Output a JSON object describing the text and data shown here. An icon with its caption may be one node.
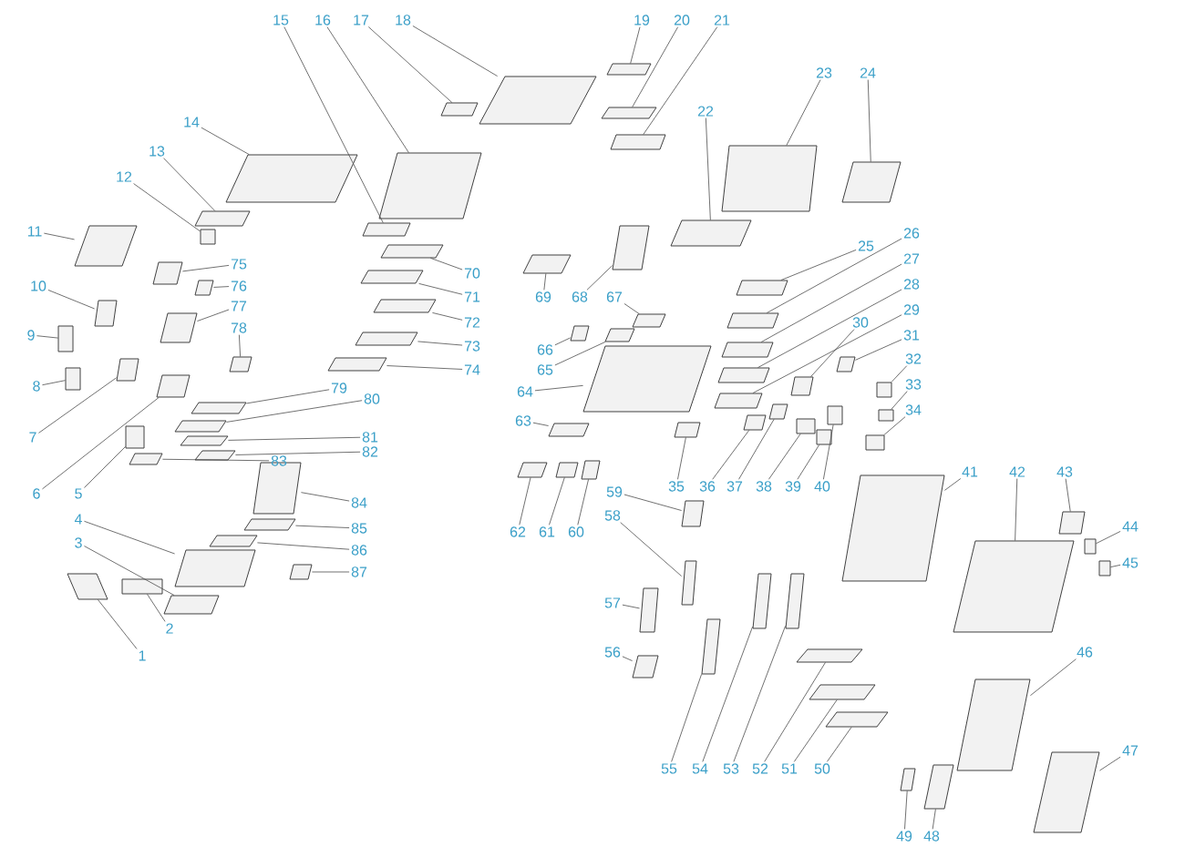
{
  "diagram": {
    "nodes": [
      {
        "text": [
          "1"
        ]
      },
      {
        "text": [
          "2"
        ]
      },
      {
        "text": [
          "3"
        ]
      },
      {
        "text": [
          "4"
        ]
      },
      {
        "text": [
          "5"
        ]
      },
      {
        "text": [
          "6"
        ]
      },
      {
        "text": [
          "7"
        ]
      },
      {
        "text": [
          "8"
        ]
      },
      {
        "text": [
          "9"
        ]
      },
      {
        "text": [
          "10"
        ]
      },
      {
        "text": [
          "11"
        ]
      },
      {
        "text": [
          "12"
        ]
      },
      {
        "text": [
          "13"
        ]
      },
      {
        "text": [
          "14"
        ]
      },
      {
        "text": [
          "15"
        ]
      },
      {
        "text": [
          "16"
        ]
      },
      {
        "text": [
          "17"
        ]
      },
      {
        "text": [
          "18"
        ]
      },
      {
        "text": [
          "19"
        ]
      },
      {
        "text": [
          "20"
        ]
      },
      {
        "text": [
          "21"
        ]
      },
      {
        "text": [
          "22"
        ]
      },
      {
        "text": [
          "23"
        ]
      },
      {
        "text": [
          "24"
        ]
      },
      {
        "text": [
          "25"
        ]
      },
      {
        "text": [
          "26"
        ]
      },
      {
        "text": [
          "27"
        ]
      },
      {
        "text": [
          "28"
        ]
      },
      {
        "text": [
          "29"
        ]
      },
      {
        "text": [
          "30"
        ]
      },
      {
        "text": [
          "31"
        ]
      },
      {
        "text": [
          "32"
        ]
      },
      {
        "text": [
          "33"
        ]
      },
      {
        "text": [
          "34"
        ]
      },
      {
        "text": [
          "35"
        ]
      },
      {
        "text": [
          "36"
        ]
      },
      {
        "text": [
          "37"
        ]
      },
      {
        "text": [
          "38"
        ]
      },
      {
        "text": [
          "39"
        ]
      },
      {
        "text": [
          "40"
        ]
      },
      {
        "text": [
          "41"
        ]
      },
      {
        "text": [
          "42"
        ]
      },
      {
        "text": [
          "43"
        ]
      },
      {
        "text": [
          "44"
        ]
      },
      {
        "text": [
          "45"
        ]
      },
      {
        "text": [
          "46"
        ]
      },
      {
        "text": [
          "47"
        ]
      },
      {
        "text": [
          "48"
        ]
      },
      {
        "text": [
          "49"
        ]
      },
      {
        "text": [
          "50"
        ]
      },
      {
        "text": [
          "51"
        ]
      },
      {
        "text": [
          "52"
        ]
      },
      {
        "text": [
          "53"
        ]
      },
      {
        "text": [
          "54"
        ]
      },
      {
        "text": [
          "55"
        ]
      },
      {
        "text": [
          "56"
        ]
      },
      {
        "text": [
          "57"
        ]
      },
      {
        "text": [
          "58"
        ]
      },
      {
        "text": [
          "59"
        ]
      },
      {
        "text": [
          "60"
        ]
      },
      {
        "text": [
          "61"
        ]
      },
      {
        "text": [
          "62"
        ]
      },
      {
        "text": [
          "63"
        ]
      },
      {
        "text": [
          "64"
        ]
      },
      {
        "text": [
          "65"
        ]
      },
      {
        "text": [
          "66"
        ]
      },
      {
        "text": [
          "67"
        ]
      },
      {
        "text": [
          "68"
        ]
      },
      {
        "text": [
          "69"
        ]
      },
      {
        "text": [
          "70"
        ]
      },
      {
        "text": [
          "71"
        ]
      },
      {
        "text": [
          "72"
        ]
      },
      {
        "text": [
          "73"
        ]
      },
      {
        "text": [
          "74"
        ]
      },
      {
        "text": [
          "75"
        ]
      },
      {
        "text": [
          "76"
        ]
      },
      {
        "text": [
          "77"
        ]
      },
      {
        "text": [
          "78"
        ]
      },
      {
        "text": [
          "79"
        ]
      },
      {
        "text": [
          "80"
        ]
      },
      {
        "text": [
          "81"
        ]
      },
      {
        "text": [
          "82"
        ]
      },
      {
        "text": [
          "83"
        ]
      },
      {
        "text": [
          "84"
        ]
      },
      {
        "text": [
          "85"
        ]
      },
      {
        "text": [
          "86"
        ]
      },
      {
        "text": [
          "87"
        ]
      },
      {
        "text": [],
        "shape": "box"
      },
      {
        "text": [],
        "shape": "box"
      },
      {
        "text": [],
        "shape": "box"
      },
      {
        "text": [],
        "shape": "box"
      },
      {
        "text": [],
        "shape": "box"
      },
      {
        "text": [],
        "shape": "box"
      },
      {
        "text": [],
        "shape": "box"
      },
      {
        "text": [],
        "shape": "box"
      },
      {
        "text": [],
        "shape": "box"
      },
      {
        "text": [],
        "shape": "box"
      },
      {
        "text": [],
        "shape": "box"
      },
      {
        "text": [],
        "shape": "box"
      },
      {
        "text": [],
        "shape": "box"
      },
      {
        "text": [],
        "shape": "box"
      },
      {
        "text": [],
        "shape": "box"
      },
      {
        "text": [],
        "shape": "box"
      },
      {
        "text": [],
        "shape": "box"
      },
      {
        "text": [],
        "shape": "box"
      },
      {
        "text": [],
        "shape": "box"
      },
      {
        "text": [],
        "shape": "box"
      },
      {
        "text": [],
        "shape": "box"
      },
      {
        "text": [],
        "shape": "box"
      },
      {
        "text": [],
        "shape": "box"
      },
      {
        "text": [],
        "shape": "box"
      },
      {
        "text": [],
        "shape": "box"
      },
      {
        "text": [],
        "shape": "box"
      },
      {
        "text": [],
        "shape": "box"
      },
      {
        "text": [],
        "shape": "box"
      },
      {
        "text": [],
        "shape": "box"
      },
      {
        "text": [],
        "shape": "box"
      },
      {
        "text": [],
        "shape": "box"
      },
      {
        "text": [],
        "shape": "box"
      },
      {
        "text": [],
        "shape": "box"
      },
      {
        "text": [],
        "shape": "box"
      },
      {
        "text": [],
        "shape": "box"
      },
      {
        "text": [],
        "shape": "box"
      },
      {
        "text": [],
        "shape": "box"
      },
      {
        "text": [],
        "shape": "box"
      },
      {
        "text": [],
        "shape": "box"
      },
      {
        "text": [],
        "shape": "box"
      },
      {
        "text": [],
        "shape": "box"
      },
      {
        "text": [],
        "shape": "box"
      },
      {
        "text": [],
        "shape": "box"
      },
      {
        "text": [],
        "shape": "box"
      },
      {
        "text": [],
        "shape": "box"
      },
      {
        "text": [],
        "shape": "box"
      },
      {
        "text": [],
        "shape": "box"
      },
      {
        "text": [],
        "shape": "box"
      },
      {
        "text": [],
        "shape": "box"
      },
      {
        "text": [],
        "shape": "box"
      },
      {
        "text": [],
        "shape": "box"
      },
      {
        "text": [],
        "shape": "box"
      },
      {
        "text": [],
        "shape": "box"
      },
      {
        "text": [],
        "shape": "box"
      },
      {
        "text": [],
        "shape": "box"
      },
      {
        "text": [],
        "shape": "box"
      },
      {
        "text": [],
        "shape": "box"
      },
      {
        "text": [],
        "shape": "box"
      },
      {
        "text": [],
        "shape": "box"
      },
      {
        "text": [],
        "shape": "box"
      },
      {
        "text": [],
        "shape": "box"
      },
      {
        "text": [],
        "shape": "box"
      },
      {
        "text": [],
        "shape": "box"
      },
      {
        "text": [],
        "shape": "box"
      },
      {
        "text": [],
        "shape": "box"
      },
      {
        "text": [],
        "shape": "box"
      },
      {
        "text": [],
        "shape": "box"
      },
      {
        "text": [],
        "shape": "box"
      },
      {
        "text": [],
        "shape": "box"
      },
      {
        "text": [],
        "shape": "box"
      },
      {
        "text": [],
        "shape": "box"
      },
      {
        "text": [],
        "shape": "box"
      },
      {
        "text": [],
        "shape": "box"
      },
      {
        "text": [],
        "shape": "box"
      },
      {
        "text": [],
        "shape": "box"
      },
      {
        "text": [],
        "shape": "box"
      },
      {
        "text": [],
        "shape": "box"
      },
      {
        "text": [],
        "shape": "box"
      },
      {
        "text": [],
        "shape": "box"
      },
      {
        "text": [],
        "shape": "box"
      },
      {
        "text": [],
        "shape": "box"
      },
      {
        "text": [],
        "shape": "box"
      },
      {
        "text": [],
        "shape": "box"
      },
      {
        "text": [],
        "shape": "box"
      },
      {
        "text": [],
        "shape": "box"
      },
      {
        "text": [],
        "shape": "box"
      },
      {
        "text": [],
        "shape": "box"
      }
    ],
    "edges": [
      {
        "from": 0,
        "to": 87,
        "arrow": "none"
      },
      {
        "from": 1,
        "to": 88,
        "arrow": "none"
      },
      {
        "from": 2,
        "to": 89,
        "arrow": "none"
      },
      {
        "from": 3,
        "to": 90,
        "arrow": "none"
      },
      {
        "from": 4,
        "to": 91,
        "arrow": "none"
      },
      {
        "from": 5,
        "to": 92,
        "arrow": "none"
      },
      {
        "from": 6,
        "to": 93,
        "arrow": "none"
      },
      {
        "from": 7,
        "to": 94,
        "arrow": "none"
      },
      {
        "from": 8,
        "to": 95,
        "arrow": "none"
      },
      {
        "from": 9,
        "to": 96,
        "arrow": "none"
      },
      {
        "from": 10,
        "to": 97,
        "arrow": "none"
      },
      {
        "from": 11,
        "to": 98,
        "arrow": "none"
      },
      {
        "from": 12,
        "to": 99,
        "arrow": "none"
      },
      {
        "from": 13,
        "to": 100,
        "arrow": "none"
      },
      {
        "from": 14,
        "to": 101,
        "arrow": "none"
      },
      {
        "from": 15,
        "to": 102,
        "arrow": "none"
      },
      {
        "from": 16,
        "to": 103,
        "arrow": "none"
      },
      {
        "from": 17,
        "to": 104,
        "arrow": "none"
      },
      {
        "from": 18,
        "to": 105,
        "arrow": "none"
      },
      {
        "from": 19,
        "to": 106,
        "arrow": "none"
      },
      {
        "from": 20,
        "to": 107,
        "arrow": "none"
      },
      {
        "from": 21,
        "to": 108,
        "arrow": "none"
      },
      {
        "from": 22,
        "to": 109,
        "arrow": "none"
      },
      {
        "from": 23,
        "to": 110,
        "arrow": "none"
      },
      {
        "from": 24,
        "to": 111,
        "arrow": "none"
      },
      {
        "from": 25,
        "to": 112,
        "arrow": "none"
      },
      {
        "from": 26,
        "to": 113,
        "arrow": "none"
      },
      {
        "from": 27,
        "to": 114,
        "arrow": "none"
      },
      {
        "from": 28,
        "to": 115,
        "arrow": "none"
      },
      {
        "from": 29,
        "to": 116,
        "arrow": "none"
      },
      {
        "from": 30,
        "to": 117,
        "arrow": "none"
      },
      {
        "from": 31,
        "to": 118,
        "arrow": "none"
      },
      {
        "from": 32,
        "to": 119,
        "arrow": "none"
      },
      {
        "from": 33,
        "to": 120,
        "arrow": "none"
      },
      {
        "from": 34,
        "to": 121,
        "arrow": "none"
      },
      {
        "from": 35,
        "to": 122,
        "arrow": "none"
      },
      {
        "from": 36,
        "to": 123,
        "arrow": "none"
      },
      {
        "from": 37,
        "to": 124,
        "arrow": "none"
      },
      {
        "from": 38,
        "to": 125,
        "arrow": "none"
      },
      {
        "from": 39,
        "to": 126,
        "arrow": "none"
      },
      {
        "from": 40,
        "to": 127,
        "arrow": "none"
      },
      {
        "from": 41,
        "to": 128,
        "arrow": "none"
      },
      {
        "from": 42,
        "to": 129,
        "arrow": "none"
      },
      {
        "from": 43,
        "to": 130,
        "arrow": "none"
      },
      {
        "from": 44,
        "to": 131,
        "arrow": "none"
      },
      {
        "from": 45,
        "to": 132,
        "arrow": "none"
      },
      {
        "from": 46,
        "to": 133,
        "arrow": "none"
      },
      {
        "from": 47,
        "to": 134,
        "arrow": "none"
      },
      {
        "from": 48,
        "to": 135,
        "arrow": "none"
      },
      {
        "from": 49,
        "to": 136,
        "arrow": "none"
      },
      {
        "from": 50,
        "to": 137,
        "arrow": "none"
      },
      {
        "from": 51,
        "to": 138,
        "arrow": "none"
      },
      {
        "from": 52,
        "to": 139,
        "arrow": "none"
      },
      {
        "from": 53,
        "to": 140,
        "arrow": "none"
      },
      {
        "from": 54,
        "to": 141,
        "arrow": "none"
      },
      {
        "from": 55,
        "to": 142,
        "arrow": "none"
      },
      {
        "from": 56,
        "to": 143,
        "arrow": "none"
      },
      {
        "from": 57,
        "to": 144,
        "arrow": "none"
      },
      {
        "from": 58,
        "to": 145,
        "arrow": "none"
      },
      {
        "from": 59,
        "to": 146,
        "arrow": "none"
      },
      {
        "from": 60,
        "to": 147,
        "arrow": "none"
      },
      {
        "from": 61,
        "to": 148,
        "arrow": "none"
      },
      {
        "from": 62,
        "to": 149,
        "arrow": "none"
      },
      {
        "from": 63,
        "to": 150,
        "arrow": "none"
      },
      {
        "from": 64,
        "to": 151,
        "arrow": "none"
      },
      {
        "from": 65,
        "to": 152,
        "arrow": "none"
      },
      {
        "from": 66,
        "to": 153,
        "arrow": "none"
      },
      {
        "from": 67,
        "to": 154,
        "arrow": "none"
      },
      {
        "from": 68,
        "to": 155,
        "arrow": "none"
      },
      {
        "from": 69,
        "to": 156,
        "arrow": "none"
      },
      {
        "from": 70,
        "to": 157,
        "arrow": "none"
      },
      {
        "from": 71,
        "to": 158,
        "arrow": "none"
      },
      {
        "from": 72,
        "to": 159,
        "arrow": "none"
      },
      {
        "from": 73,
        "to": 160,
        "arrow": "none"
      },
      {
        "from": 74,
        "to": 161,
        "arrow": "none"
      },
      {
        "from": 75,
        "to": 162,
        "arrow": "none"
      },
      {
        "from": 76,
        "to": 163,
        "arrow": "none"
      },
      {
        "from": 77,
        "to": 164,
        "arrow": "none"
      },
      {
        "from": 78,
        "to": 165,
        "arrow": "none"
      },
      {
        "from": 79,
        "to": 166,
        "arrow": "none"
      },
      {
        "from": 80,
        "to": 167,
        "arrow": "none"
      },
      {
        "from": 81,
        "to": 168,
        "arrow": "none"
      },
      {
        "from": 82,
        "to": 169,
        "arrow": "none"
      },
      {
        "from": 83,
        "to": 170,
        "arrow": "none"
      },
      {
        "from": 84,
        "to": 171,
        "arrow": "none"
      },
      {
        "from": 85,
        "to": 172,
        "arrow": "none"
      },
      {
        "from": 86,
        "to": 173,
        "arrow": "none"
      }
    ]
  }
}
